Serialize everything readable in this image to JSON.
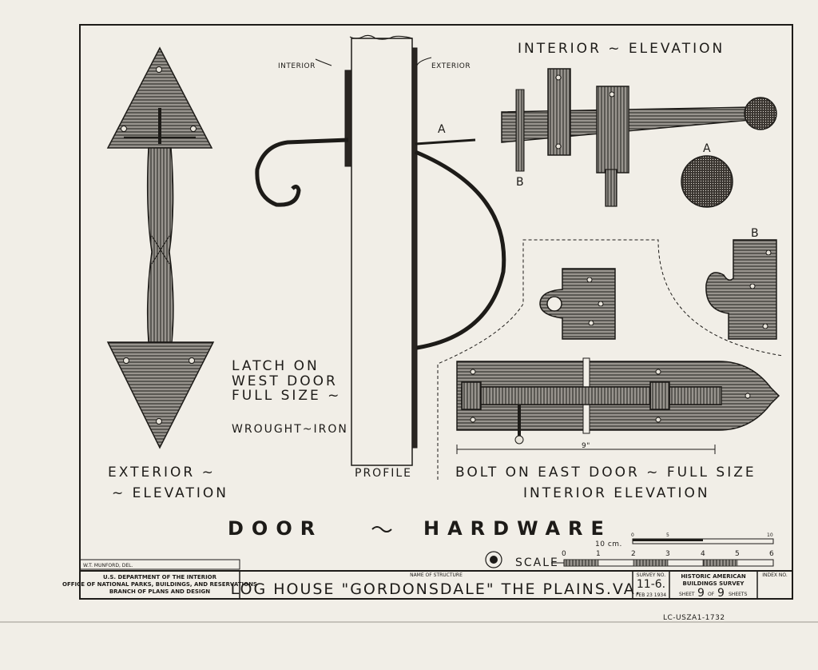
{
  "drawing": {
    "labels": {
      "exterior_elevation_1": "EXTERIOR ~",
      "exterior_elevation_2": "~ ELEVATION",
      "interior_top": "INTERIOR",
      "exterior_top": "EXTERIOR",
      "interior_elevation_top": "INTERIOR ~ ELEVATION",
      "point_a": "A",
      "point_b": "B",
      "point_a2": "A",
      "point_b2": "B",
      "latch_1": "LATCH ON",
      "latch_2": "WEST DOOR",
      "latch_3": "FULL SIZE ~",
      "wrought_iron": "WROUGHT~IRON",
      "profile": "PROFILE",
      "bolt_caption": "BOLT  ON  EAST DOOR ~ FULL  SIZE",
      "interior_elevation_bottom": "INTERIOR ELEVATION",
      "dimension": "9\"",
      "door": "DOOR",
      "hardware": "HARDWARE",
      "scale_cm": "10 cm.",
      "scale_cm_ticks": [
        "0",
        "5",
        "10"
      ],
      "scale_label": "SCALE",
      "scale_ticks": [
        "0",
        "1",
        "2",
        "3",
        "4",
        "5",
        "6"
      ],
      "delineator": "W.T. MUNFORD, DEL."
    },
    "title_block": {
      "dept_1": "U.S. DEPARTMENT OF THE INTERIOR",
      "dept_2": "OFFICE OF NATIONAL PARKS, BUILDINGS, AND RESERVATIONS",
      "dept_3": "BRANCH OF PLANS AND DESIGN",
      "name_header": "NAME OF STRUCTURE",
      "name": "LOG HOUSE \"GORDONSDALE\" THE PLAINS.VA.",
      "survey_header": "SURVEY NO.",
      "survey_no": "11-6.",
      "date": "FEB 23 1934",
      "habs_1": "HISTORIC AMERICAN",
      "habs_2": "BUILDINGS SURVEY",
      "sheet_word": "SHEET",
      "sheet_no": "9",
      "of_word": "OF",
      "sheet_total": "9",
      "sheets_word": "SHEETS",
      "index_header": "INDEX NO."
    },
    "catalog_number": "LC-USZA1-1732"
  }
}
